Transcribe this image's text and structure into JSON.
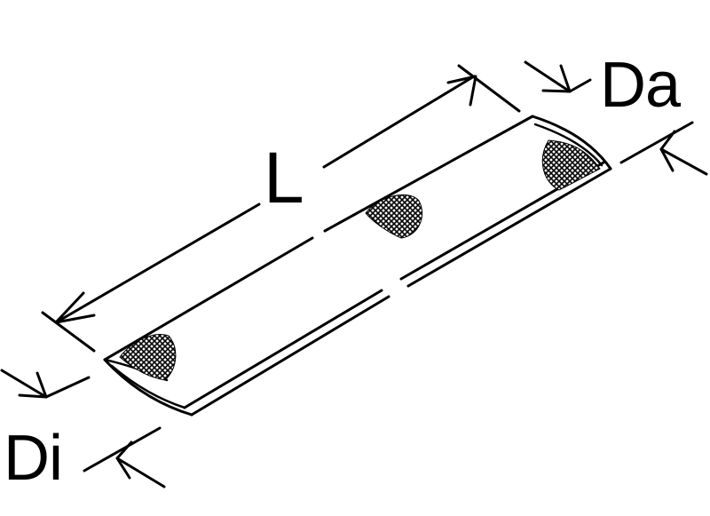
{
  "labels": {
    "length": "L",
    "outer_diameter": "Da",
    "inner_diameter": "Di"
  },
  "colors": {
    "ink": "#000000",
    "paper": "#ffffff"
  }
}
